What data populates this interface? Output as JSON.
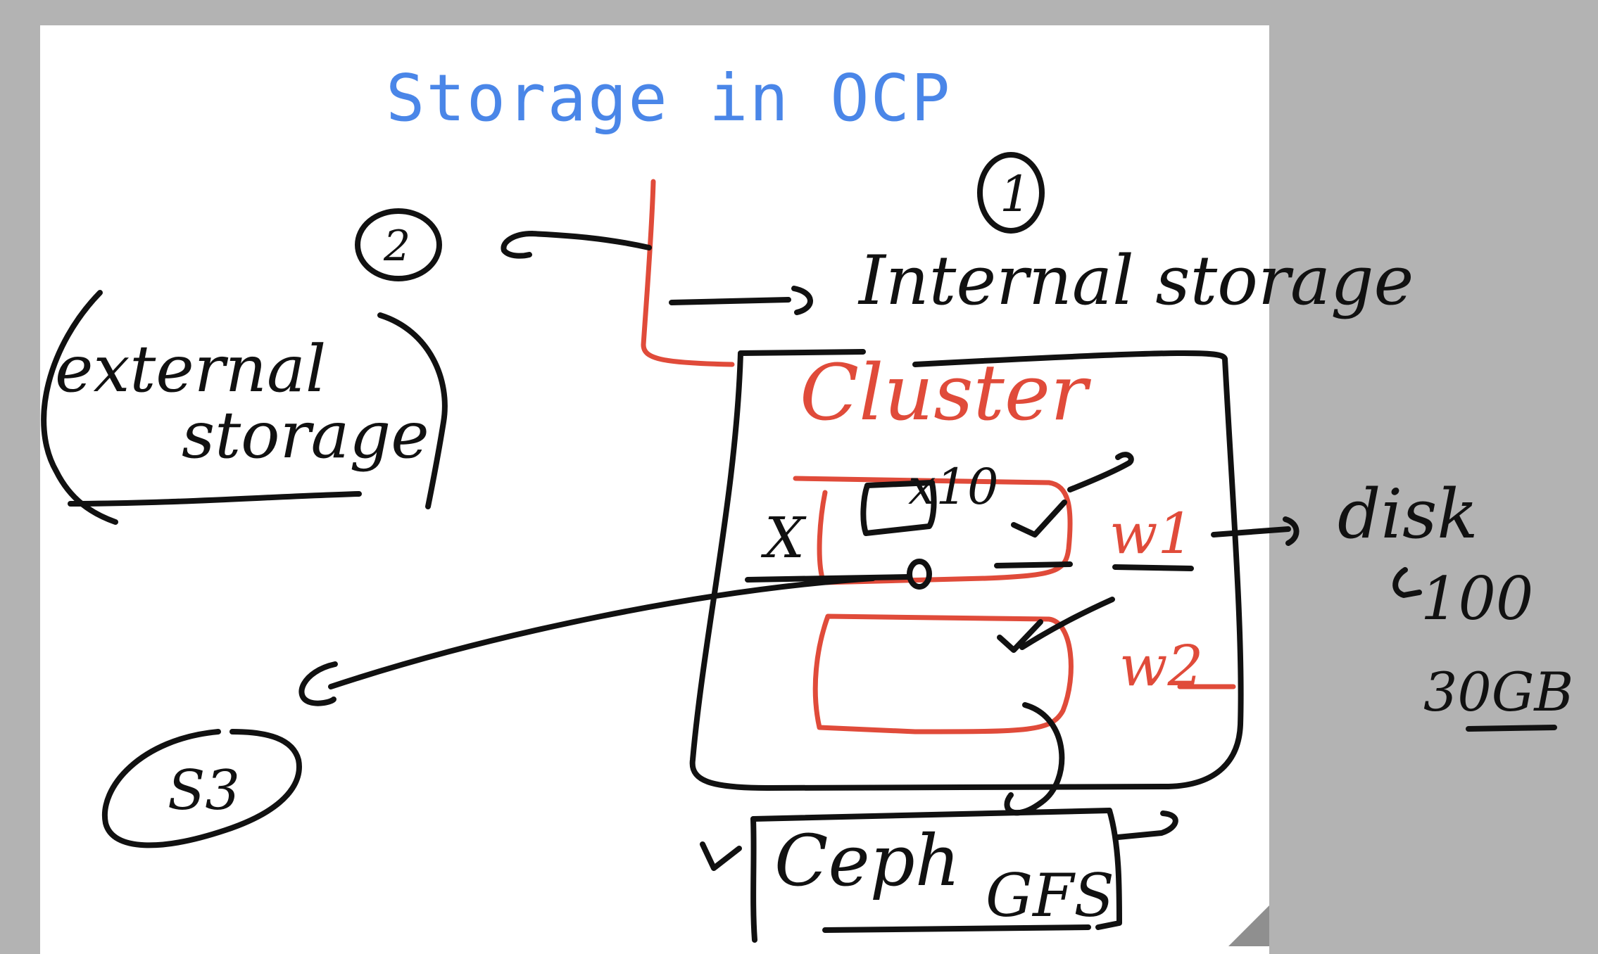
{
  "title": "Storage in OCP",
  "colors": {
    "title": "#4a86e8",
    "ink": "#111111",
    "red_ink": "#e04b3a",
    "background": "#b3b3b3",
    "board": "#ffffff"
  },
  "labels": {
    "num_1": "1",
    "num_2": "2",
    "internal_storage": "Internal storage",
    "external_storage_line1": "external",
    "external_storage_line2": "storage",
    "cluster": "Cluster",
    "w1": "w1",
    "w2": "w2",
    "disk": "disk",
    "disk_size1": "100",
    "disk_size2": "30GB",
    "s3": "S3",
    "ceph": "Ceph",
    "gfs": "GFS",
    "x10": "x10",
    "x_mark": "X"
  }
}
